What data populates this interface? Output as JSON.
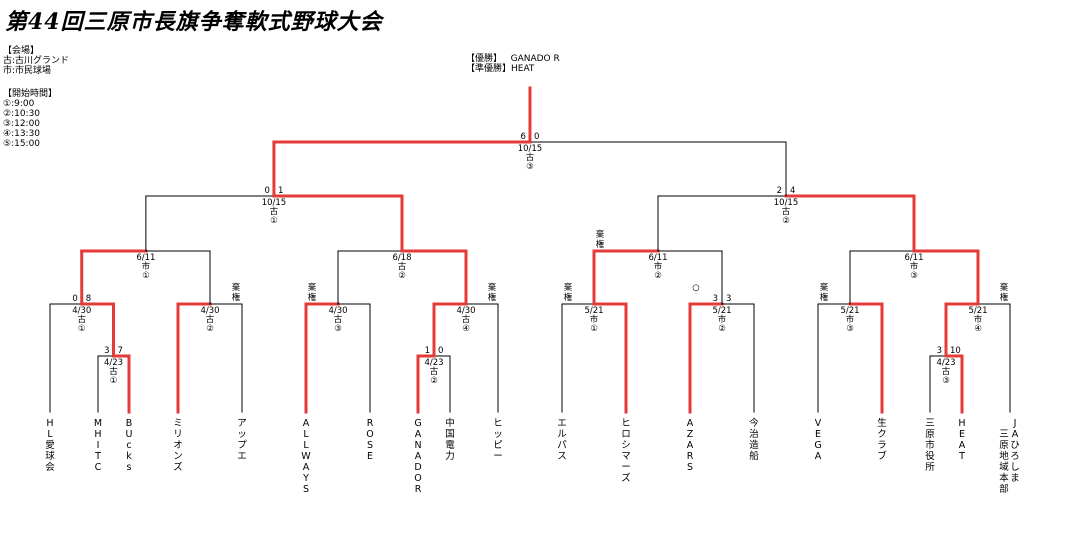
{
  "title": "第44回三原市長旗争奪軟式野球大会",
  "venue": {
    "heading": "【会場】",
    "items": [
      "古:古川グランド",
      "市:市民球場"
    ]
  },
  "start_times": {
    "heading": "【開始時間】",
    "items": [
      "①:9:00",
      "②:10:30",
      "③:12:00",
      "④:13:30",
      "⑤:15:00"
    ]
  },
  "results": {
    "champion_label": "【優勝】",
    "champion": "GANADO R",
    "runner_up_label": "【準優勝】",
    "runner_up": "HEAT"
  },
  "teams": [
    "HL愛球会",
    "MHITC",
    "BUcks",
    "ミリオンズ",
    "アップエ",
    "ALLWAYS",
    "ROSE",
    "GANADOR",
    "中国電力",
    "ヒッピー",
    "エルパス",
    "ヒロシマーズ",
    "AZARS",
    "今治造船",
    "VEGA",
    "生クラブ",
    "三原市役所",
    "HEAT",
    "JAひろしま 三原地域本部"
  ],
  "matches": {
    "final": {
      "date": "10/15",
      "venue": "古",
      "slot": "③",
      "score_left": "6",
      "score_right": "0"
    },
    "semi_left": {
      "date": "10/15",
      "venue": "古",
      "slot": "①",
      "score_left": "0",
      "score_right": "1"
    },
    "semi_right": {
      "date": "10/15",
      "venue": "古",
      "slot": "②",
      "score_left": "2",
      "score_right": "4"
    },
    "qf1": {
      "date": "6/11",
      "venue": "市",
      "slot": "①"
    },
    "qf2": {
      "date": "6/18",
      "venue": "古",
      "slot": "②"
    },
    "qf3": {
      "date": "6/11",
      "venue": "市",
      "slot": "②",
      "mark_left": "棄権"
    },
    "qf4": {
      "date": "6/11",
      "venue": "市",
      "slot": "③"
    },
    "r2_1": {
      "date": "4/30",
      "venue": "古",
      "slot": "①",
      "score_left": "0",
      "score_right": "8"
    },
    "r2_2": {
      "date": "4/30",
      "venue": "古",
      "slot": "②",
      "mark_right": "棄権"
    },
    "r2_3": {
      "date": "4/30",
      "venue": "古",
      "slot": "③",
      "mark_left": "棄権"
    },
    "r2_4": {
      "date": "4/30",
      "venue": "古",
      "slot": "④",
      "mark_right": "棄権"
    },
    "r2_5": {
      "date": "5/21",
      "venue": "市",
      "slot": "①",
      "mark_left": "棄権"
    },
    "r2_6": {
      "date": "5/21",
      "venue": "市",
      "slot": "②",
      "score_left": "3",
      "score_right": "3",
      "mark_left": "○"
    },
    "r2_7": {
      "date": "5/21",
      "venue": "市",
      "slot": "③",
      "mark_left": "棄権"
    },
    "r2_8": {
      "date": "5/21",
      "venue": "市",
      "slot": "④",
      "mark_right": "棄権"
    },
    "r1_1": {
      "date": "4/23",
      "venue": "古",
      "slot": "①",
      "score_left": "3",
      "score_right": "7"
    },
    "r1_2": {
      "date": "4/23",
      "venue": "古",
      "slot": "②",
      "score_left": "1",
      "score_right": "0"
    },
    "r1_3": {
      "date": "4/23",
      "venue": "古",
      "slot": "③",
      "score_left": "3",
      "score_right": "10"
    }
  },
  "colors": {
    "winner_line": "#e53a3a",
    "line": "#000000"
  }
}
